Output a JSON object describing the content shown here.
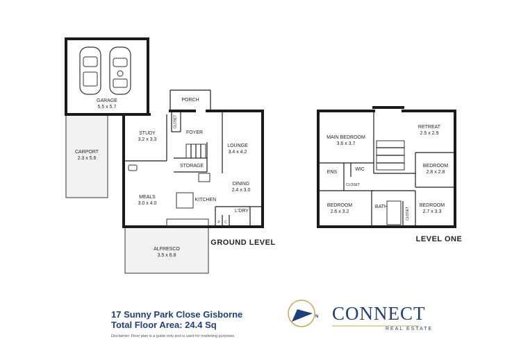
{
  "rooms": {
    "garage": {
      "name": "GARAGE",
      "dims": "5.5 x 5.7"
    },
    "porch": {
      "name": "PORCH"
    },
    "carport": {
      "name": "CARPORT",
      "dims": "2.3 x 5.6"
    },
    "study": {
      "name": "STUDY",
      "dims": "3.2 x 3.3"
    },
    "closet_ground": {
      "name": "CLOSET"
    },
    "foyer": {
      "name": "FOYER"
    },
    "lounge": {
      "name": "LOUNGE",
      "dims": "3.4 x 4.2"
    },
    "storage": {
      "name": "STORAGE"
    },
    "dining": {
      "name": "DINING",
      "dims": "2.4 x 3.0"
    },
    "meals": {
      "name": "MEALS",
      "dims": "3.0 x 4.0"
    },
    "kitchen": {
      "name": "KITCHEN"
    },
    "ldry": {
      "name": "L'DRY"
    },
    "pantry_p": {
      "name": "P"
    },
    "pantry_c": {
      "name": "C"
    },
    "alfresco": {
      "name": "ALFRESCO",
      "dims": "3.5 x 6.8"
    },
    "main_bedroom": {
      "name": "MAIN BEDROOM",
      "dims": "3.6 x 3.7"
    },
    "retreat": {
      "name": "RETREAT",
      "dims": "2.5 x 2.9"
    },
    "ens": {
      "name": "ENS"
    },
    "wic": {
      "name": "WIC"
    },
    "closet_up1": {
      "name": "CLOSET"
    },
    "closet_up2": {
      "name": "CLOSET"
    },
    "bedroom_a": {
      "name": "BEDROOM",
      "dims": "2.8 x 2.8"
    },
    "bedroom_b": {
      "name": "BEDROOM",
      "dims": "2.6 x 3.2"
    },
    "bath": {
      "name": "BATH"
    },
    "bedroom_c": {
      "name": "BEDROOM",
      "dims": "2.7 x 3.3"
    }
  },
  "levels": {
    "ground": "GROUND LEVEL",
    "one": "LEVEL ONE"
  },
  "footer": {
    "address": "17 Sunny Park Close Gisborne",
    "total_area": "Total Floor Area: 24.4 Sq",
    "disclaimer": "Disclaimer: Floor plan is a guide only and is used for marketing purposes"
  },
  "brand": {
    "name": "CONNECT",
    "tagline": "REAL ESTATE",
    "compass_letter": "N",
    "color": "#1f3f7a",
    "accent": "#c9a84a"
  }
}
